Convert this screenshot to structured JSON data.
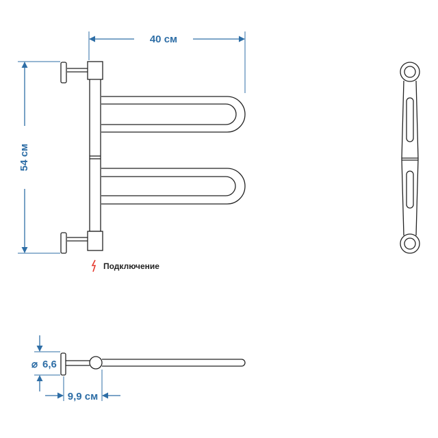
{
  "dimensions": {
    "width": "40 см",
    "height": "54 см",
    "diameter_symbol": "⌀",
    "diameter": "6,6",
    "depth": "9,9 см"
  },
  "connection": {
    "label": "Подключение"
  },
  "colors": {
    "dimension": "#2e6ea6",
    "outline": "#222222",
    "connection_icon": "#e53a2f"
  }
}
